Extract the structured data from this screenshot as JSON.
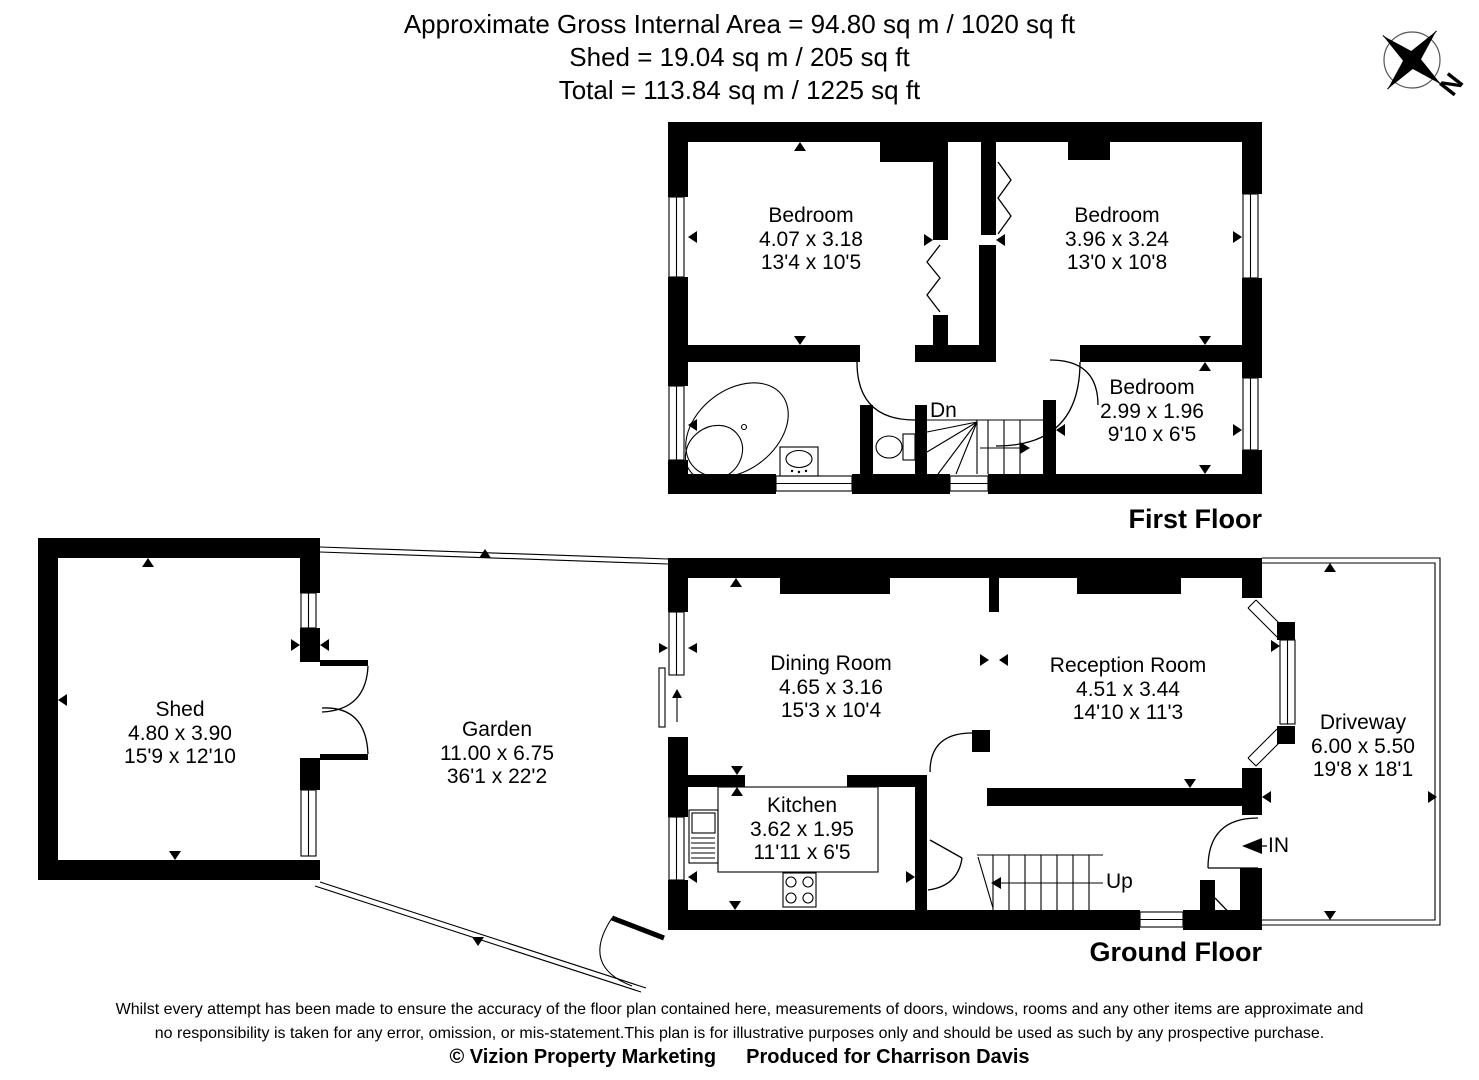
{
  "header": {
    "line1": "Approximate Gross Internal Area = 94.80 sq m / 1020 sq ft",
    "line2": "Shed = 19.04 sq m / 205 sq ft",
    "line3": "Total = 113.84 sq m / 1225 sq ft"
  },
  "floors": {
    "first": "First Floor",
    "ground": "Ground Floor"
  },
  "rooms": {
    "bedroom1": {
      "name": "Bedroom",
      "metric": "4.07 x 3.18",
      "imperial": "13'4 x 10'5"
    },
    "bedroom2": {
      "name": "Bedroom",
      "metric": "3.96 x 3.24",
      "imperial": "13'0 x 10'8"
    },
    "bedroom3": {
      "name": "Bedroom",
      "metric": "2.99 x 1.96",
      "imperial": "9'10 x 6'5"
    },
    "dining": {
      "name": "Dining Room",
      "metric": "4.65 x 3.16",
      "imperial": "15'3 x 10'4"
    },
    "reception": {
      "name": "Reception Room",
      "metric": "4.51 x 3.44",
      "imperial": "14'10 x 11'3"
    },
    "kitchen": {
      "name": "Kitchen",
      "metric": "3.62 x 1.95",
      "imperial": "11'11 x 6'5"
    },
    "shed": {
      "name": "Shed",
      "metric": "4.80 x 3.90",
      "imperial": "15'9 x 12'10"
    },
    "garden": {
      "name": "Garden",
      "metric": "11.00 x 6.75",
      "imperial": "36'1 x 22'2"
    },
    "driveway": {
      "name": "Driveway",
      "metric": "6.00 x 5.50",
      "imperial": "19'8 x 18'1"
    }
  },
  "stairs": {
    "down": "Dn",
    "up": "Up"
  },
  "entrance": {
    "label": "IN"
  },
  "compass": {
    "north": "N"
  },
  "footer": {
    "line1": "Whilst every attempt has been made to ensure the accuracy of the floor plan contained here, measurements of doors, windows, rooms and any other items are approximate and",
    "line2": "no responsibility is taken for any error, omission, or mis-statement.This plan is for illustrative purposes only and should be used as such by any prospective purchase.",
    "copyright": "© Vizion Property Marketing",
    "producer": "Produced for Charrison Davis"
  },
  "colors": {
    "wall": "#000000",
    "background": "#ffffff"
  }
}
